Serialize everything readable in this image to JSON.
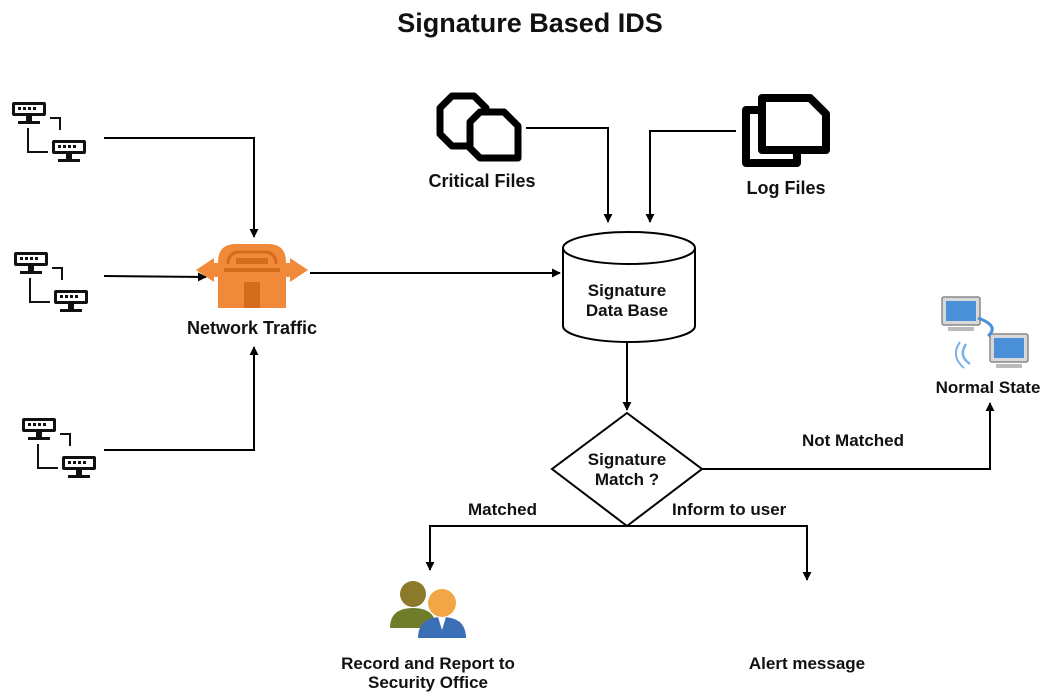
{
  "title": "Signature Based IDS",
  "nodes": {
    "network_traffic": "Network Traffic",
    "critical_files": "Critical Files",
    "log_files": "Log Files",
    "database_line1": "Signature",
    "database_line2": "Data Base",
    "decision_line1": "Signature",
    "decision_line2": "Match ?",
    "normal_state": "Normal State",
    "record_line1": "Record and Report to",
    "record_line2": "Security Office",
    "alert": "Alert message"
  },
  "edges": {
    "not_matched": "Not Matched",
    "matched": "Matched",
    "inform": "Inform to user"
  },
  "icons": {
    "computers": "networked-computers-icon",
    "firewall": "firewall-icon",
    "critical_files": "copy-files-icon",
    "log_files": "documents-icon",
    "normal_state": "wireless-network-icon",
    "users": "users-icon"
  },
  "colors": {
    "firewall": "#f08a3a",
    "user_back": "#8a7a2a",
    "user_front": "#3a6fb5",
    "network_screen": "#4a90d9"
  }
}
